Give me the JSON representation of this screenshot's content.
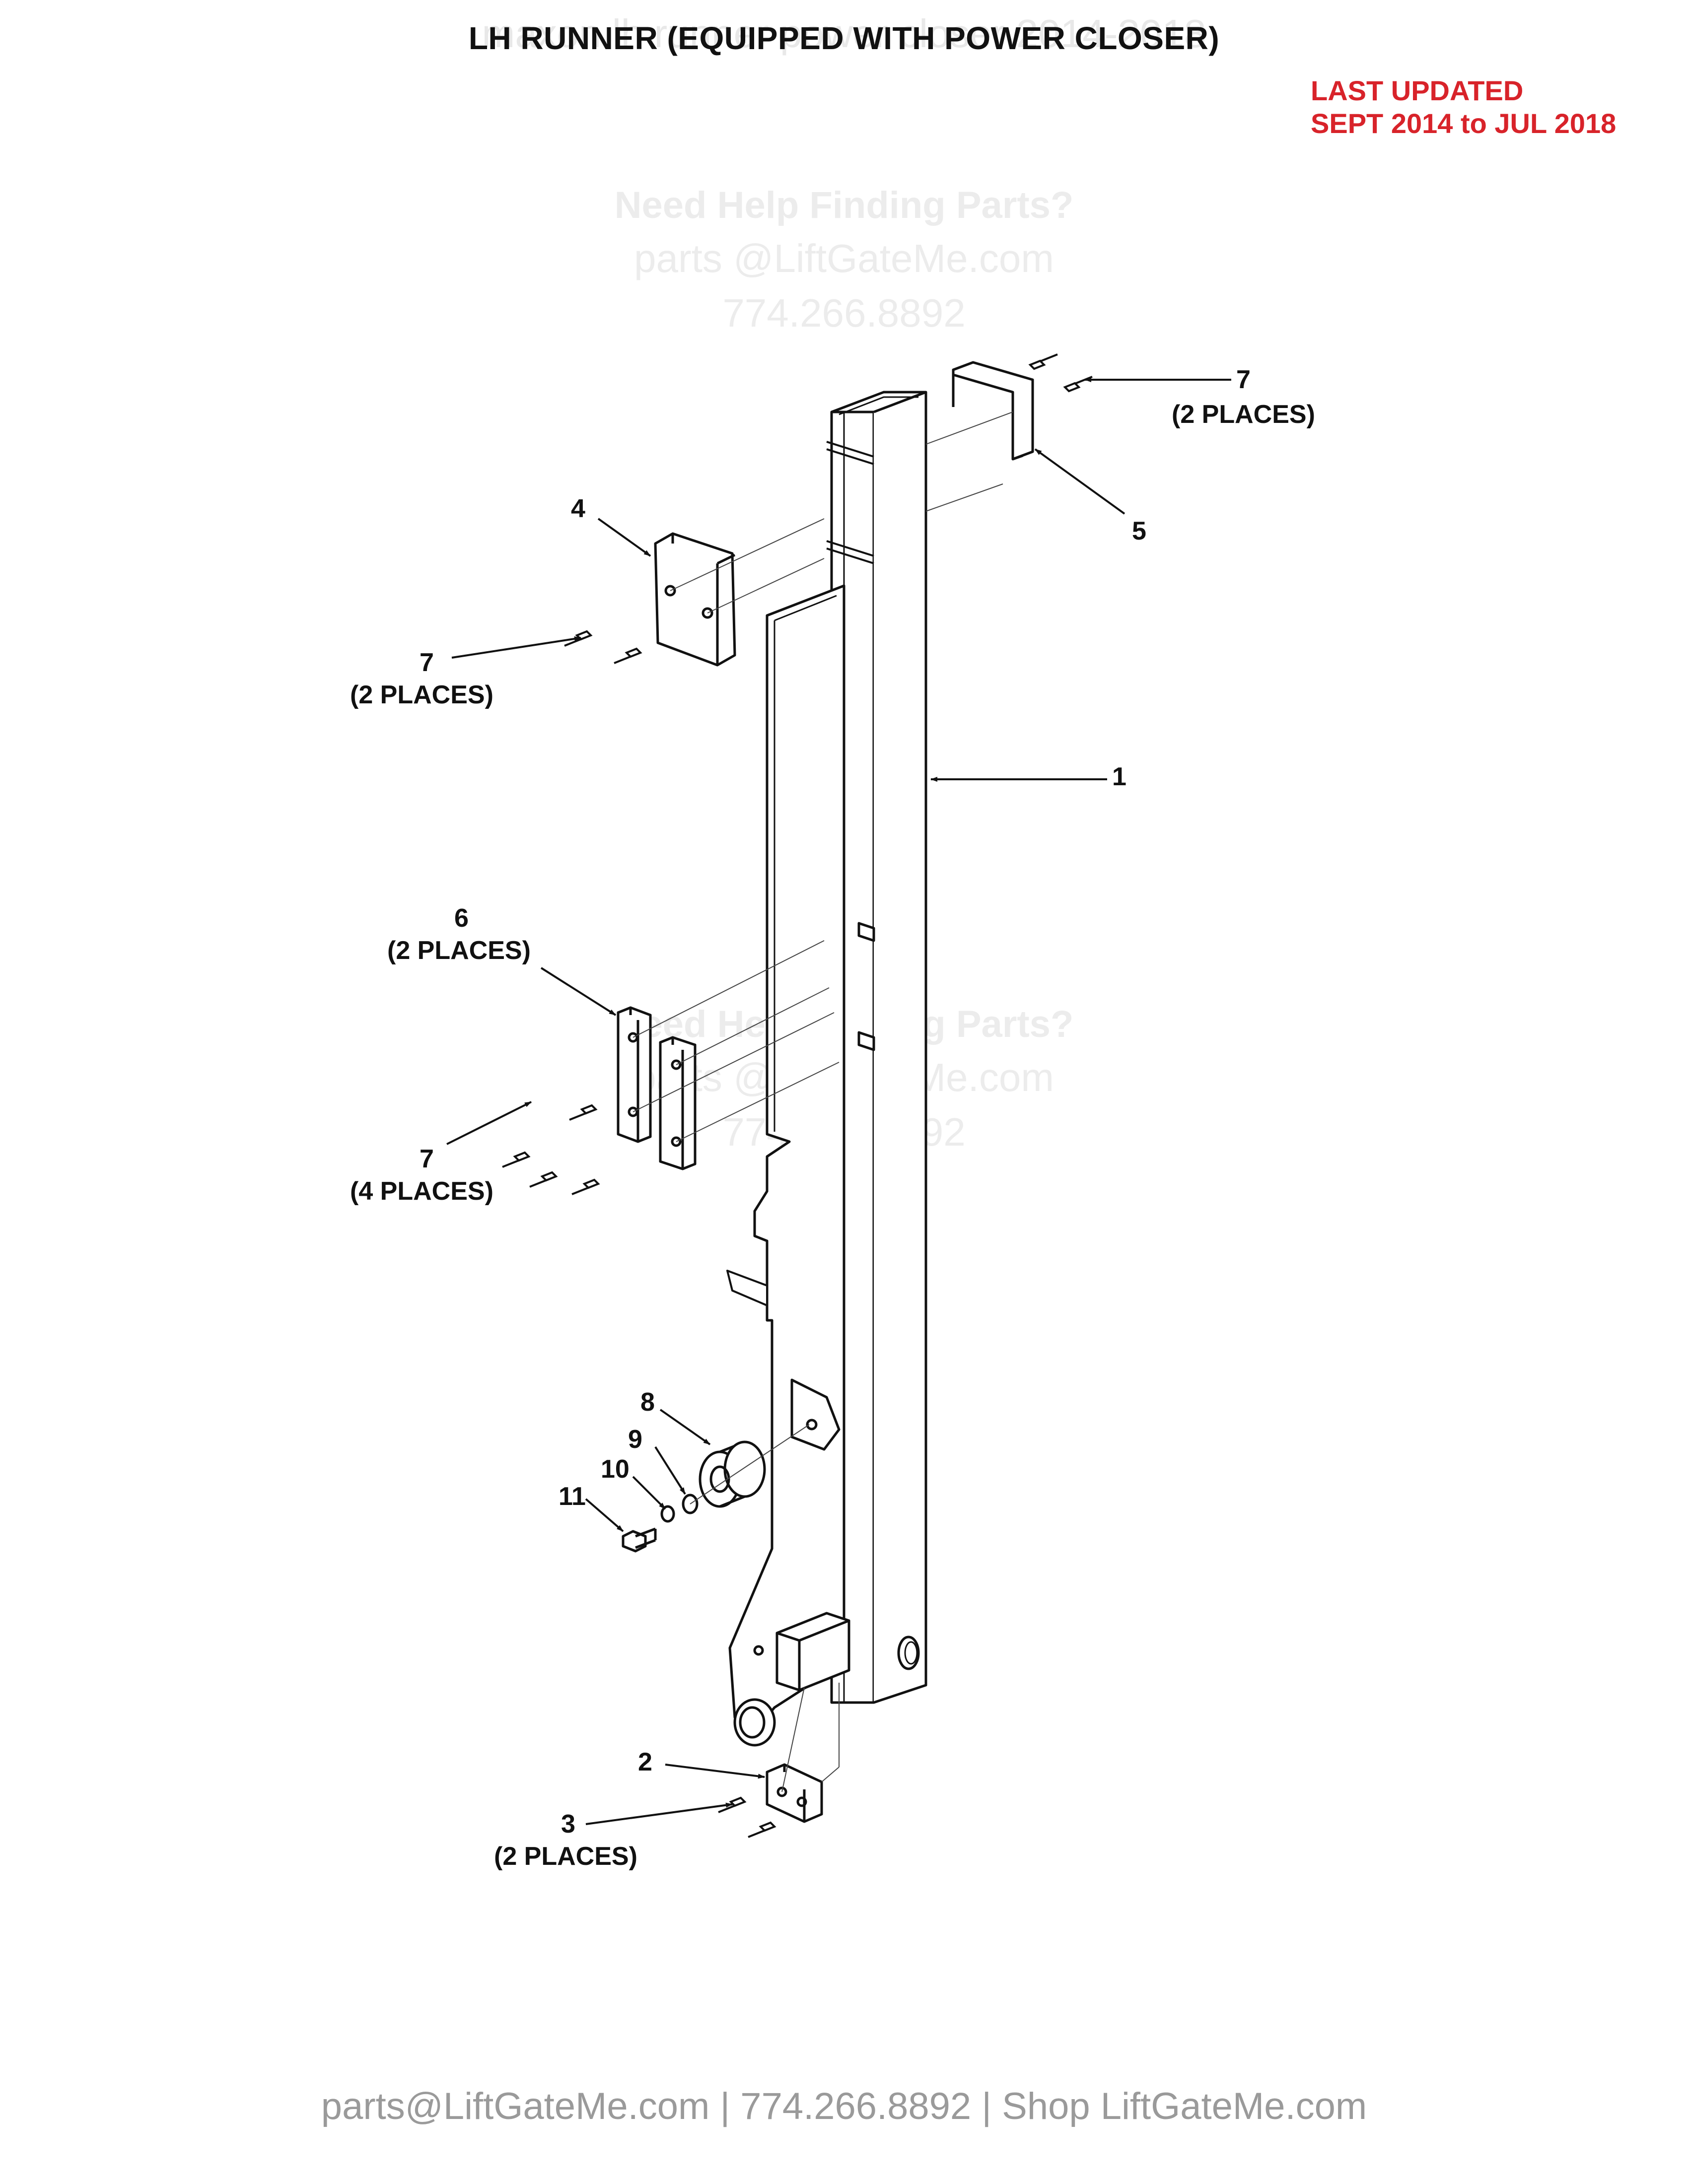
{
  "title": "LH RUNNER (EQUIPPED WITH POWER CLOSER)",
  "watermark_top": "maxon lh runner power closer 2014-2018",
  "last_updated": {
    "line1": "LAST UPDATED",
    "line2": "SEPT 2014 to JUL 2018"
  },
  "watermark": {
    "heading": "Need Help Finding Parts?",
    "email": "parts @LiftGateMe.com",
    "phone": "774.266.8892"
  },
  "callouts": {
    "c1": "1",
    "c2": "2",
    "c3": "3",
    "c3_qty": "(2 PLACES)",
    "c4": "4",
    "c5": "5",
    "c6": "6",
    "c6_qty": "(2 PLACES)",
    "c7_top": "7",
    "c7_top_qty": "(2 PLACES)",
    "c7_mid": "7",
    "c7_mid_qty": "(2 PLACES)",
    "c7_low": "7",
    "c7_low_qty": "(4 PLACES)",
    "c8": "8",
    "c9": "9",
    "c10": "10",
    "c11": "11"
  },
  "footer": "parts@LiftGateMe.com | 774.266.8892 | Shop LiftGateMe.com"
}
